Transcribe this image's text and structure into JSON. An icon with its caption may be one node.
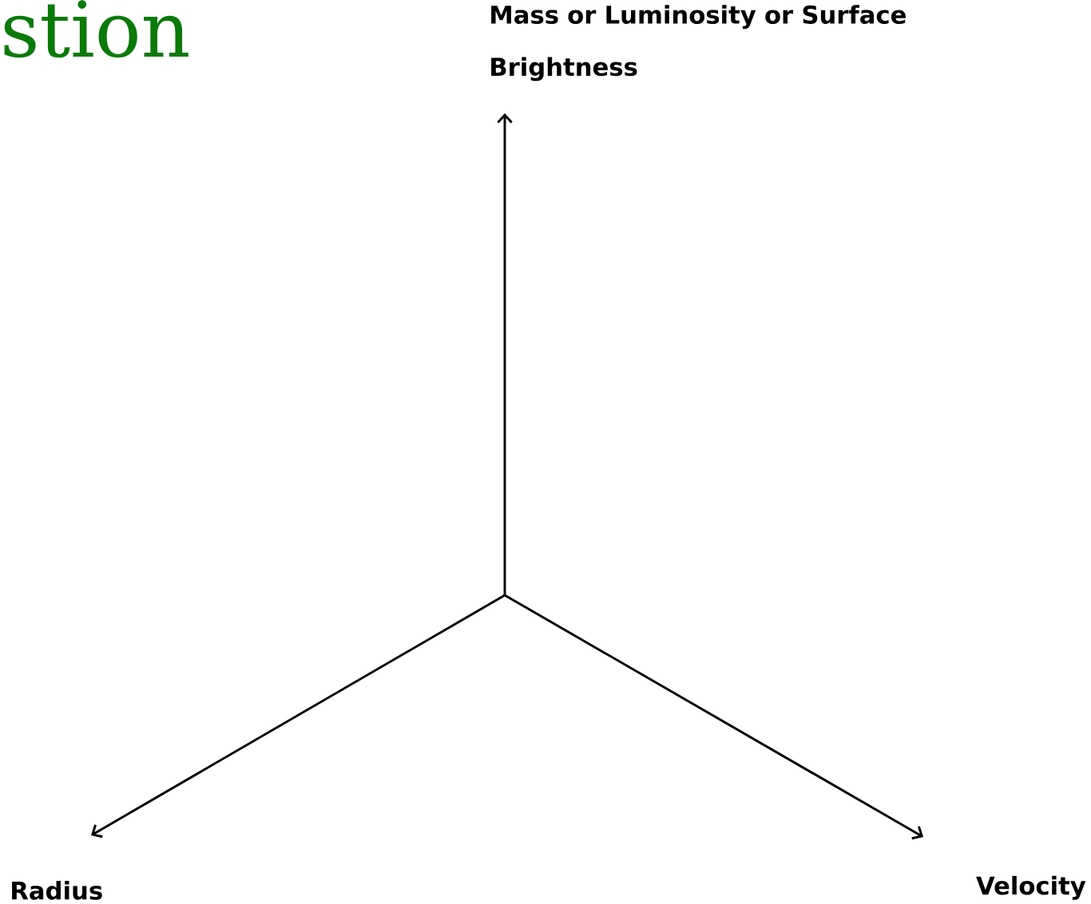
{
  "diagram": {
    "labels": [
      "stion",
      "Mass or Luminosity or Surface Brightness",
      "Radius",
      "Velocity"
    ]
  }
}
